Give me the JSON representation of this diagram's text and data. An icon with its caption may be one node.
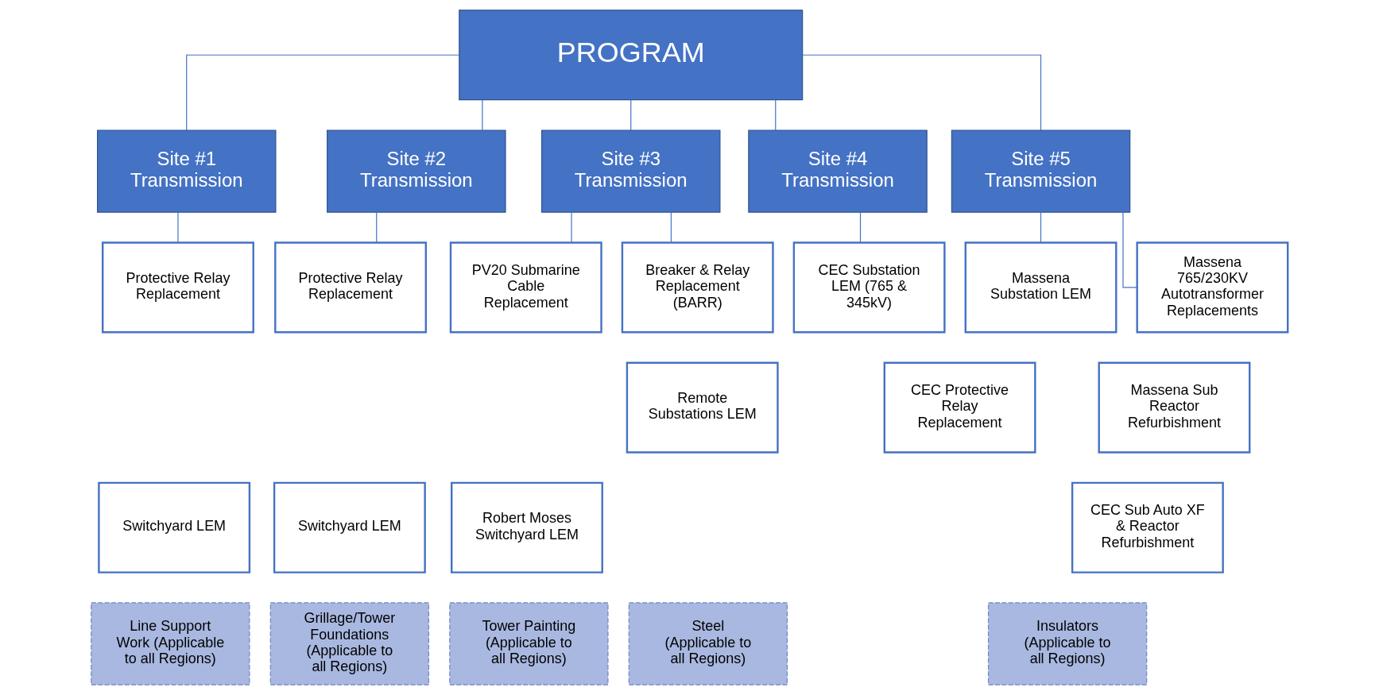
{
  "diagram": {
    "nodes": [
      {
        "text": [
          "PROGRAM"
        ]
      },
      {
        "text": [
          "Site #1 Transmission"
        ]
      },
      {
        "text": [
          "Site #2 Transmission"
        ]
      },
      {
        "text": [
          "Site #3 Transmission"
        ]
      },
      {
        "text": [
          "Site #4 Transmission"
        ]
      },
      {
        "text": [
          "Site #5 Transmission"
        ]
      },
      {
        "text": [
          "Protective Relay Replacement"
        ]
      },
      {
        "text": [
          "Switchyard LEM"
        ]
      },
      {
        "text": [
          "Protective Relay Replacement"
        ]
      },
      {
        "text": [
          "Switchyard LEM"
        ]
      },
      {
        "text": [
          "PV20 Submarine Cable Replacement"
        ]
      },
      {
        "text": [
          "Breaker & Relay Replacement (BARR)"
        ]
      },
      {
        "text": [
          "Robert Moses Switchyard LEM"
        ]
      },
      {
        "text": [
          "Remote Substations LEM"
        ]
      },
      {
        "text": [
          "CEC Substation LEM (765 & 345kV)"
        ]
      },
      {
        "text": [
          "CEC Protective Relay Replacement"
        ]
      },
      {
        "text": [
          "Massena Substation LEM"
        ]
      },
      {
        "text": [
          "Massena 765/230KV Autotransformer Replacements"
        ]
      },
      {
        "text": [
          "Massena Sub Reactor Refurbishment"
        ]
      },
      {
        "text": [
          "CEC Sub Auto XF & Reactor Refurbishment"
        ]
      },
      {
        "text": [
          "Line Support Work (Applicable to all Regions)"
        ]
      },
      {
        "text": [
          "Grillage/Tower Foundations (Applicable to all Regions)"
        ]
      },
      {
        "text": [
          "Tower Painting (Applicable to all Regions)"
        ]
      },
      {
        "text": [
          "Steel (Applicable to all Regions)"
        ]
      },
      {
        "text": [
          "Insulators (Applicable to all Regions)"
        ]
      }
    ],
    "edges": [
      {
        "from": 0,
        "to": 1,
        "arrow": "none"
      },
      {
        "from": 0,
        "to": 2,
        "arrow": "none"
      },
      {
        "from": 0,
        "to": 3,
        "arrow": "none"
      },
      {
        "from": 0,
        "to": 4,
        "arrow": "none"
      },
      {
        "from": 0,
        "to": 5,
        "arrow": "none"
      },
      {
        "from": 1,
        "to": 6,
        "arrow": "none"
      },
      {
        "from": 2,
        "to": 8,
        "arrow": "none"
      },
      {
        "from": 3,
        "to": 10,
        "arrow": "none"
      },
      {
        "from": 3,
        "to": 11,
        "arrow": "none"
      },
      {
        "from": 4,
        "to": 14,
        "arrow": "none"
      },
      {
        "from": 5,
        "to": 16,
        "arrow": "none"
      },
      {
        "from": 5,
        "to": 17,
        "arrow": "none"
      }
    ]
  }
}
